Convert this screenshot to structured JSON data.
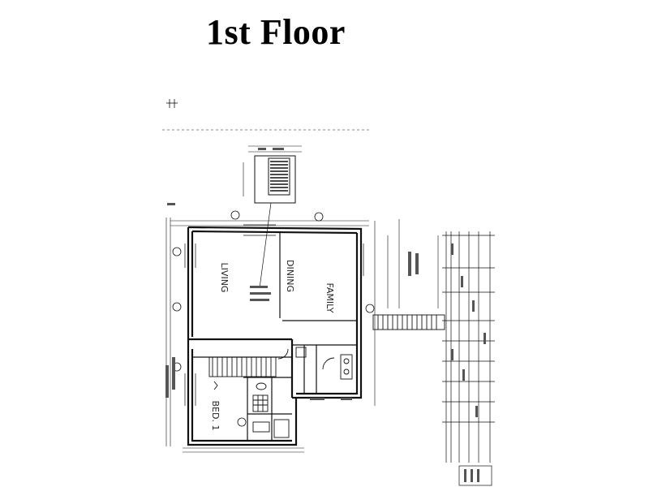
{
  "title": "1st Floor",
  "rooms": {
    "living": "LIVING",
    "dining": "DINING",
    "family": "FAMILY",
    "bed1": "BED. 1"
  }
}
